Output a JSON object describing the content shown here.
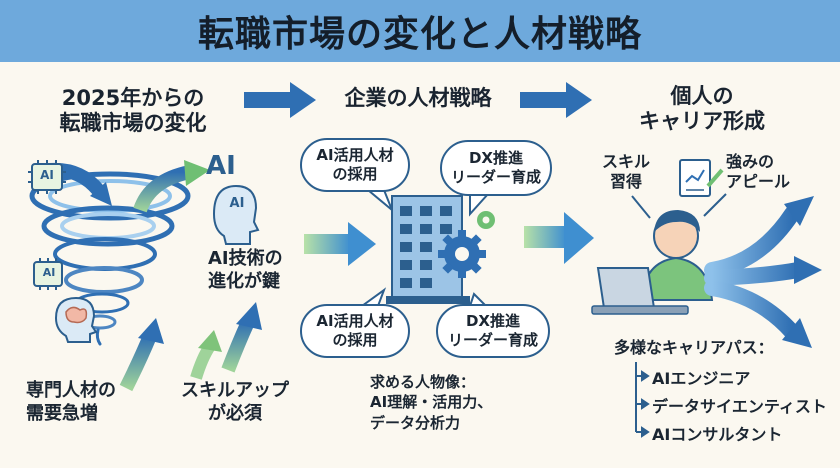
{
  "title": "転職市場の変化と人材戦略",
  "col1": {
    "heading_line1": "2025年からの",
    "heading_line2": "転職市場の変化",
    "ai_badge": "AI",
    "ai_head_label": "AI",
    "chip_label": "AI",
    "tech_line1": "AI技術の",
    "tech_line2": "進化が鍵",
    "demand_line1": "専門人材の",
    "demand_line2": "需要急増",
    "skillup_line1": "スキルアップ",
    "skillup_line2": "が必須"
  },
  "col2": {
    "heading": "企業の人材戦略",
    "bubble_tl_line1": "AI活用人材",
    "bubble_tl_line2": "の採用",
    "bubble_tr_line1": "DX推進",
    "bubble_tr_line2": "リーダー育成",
    "bubble_bl_line1": "AI活用人材",
    "bubble_bl_line2": "の採用",
    "bubble_br_line1": "DX推進",
    "bubble_br_line2": "リーダー育成",
    "req_line1": "求める人物像：",
    "req_line2": "AI理解・活用力、",
    "req_line3": "データ分析力"
  },
  "col3": {
    "heading_line1": "個人の",
    "heading_line2": "キャリア形成",
    "skill_line1": "スキル",
    "skill_line2": "習得",
    "appeal_line1": "強みの",
    "appeal_line2": "アピール",
    "paths_title": "多様なキャリアパス：",
    "paths": [
      "AIエンジニア",
      "データサイエンティスト",
      "AIコンサルタント"
    ]
  },
  "colors": {
    "banner": "#6ea9dc",
    "arrow_blue": "#2f6fb3",
    "arrow_green": "#6fbf73",
    "bubble_border": "#2c5f8e"
  }
}
